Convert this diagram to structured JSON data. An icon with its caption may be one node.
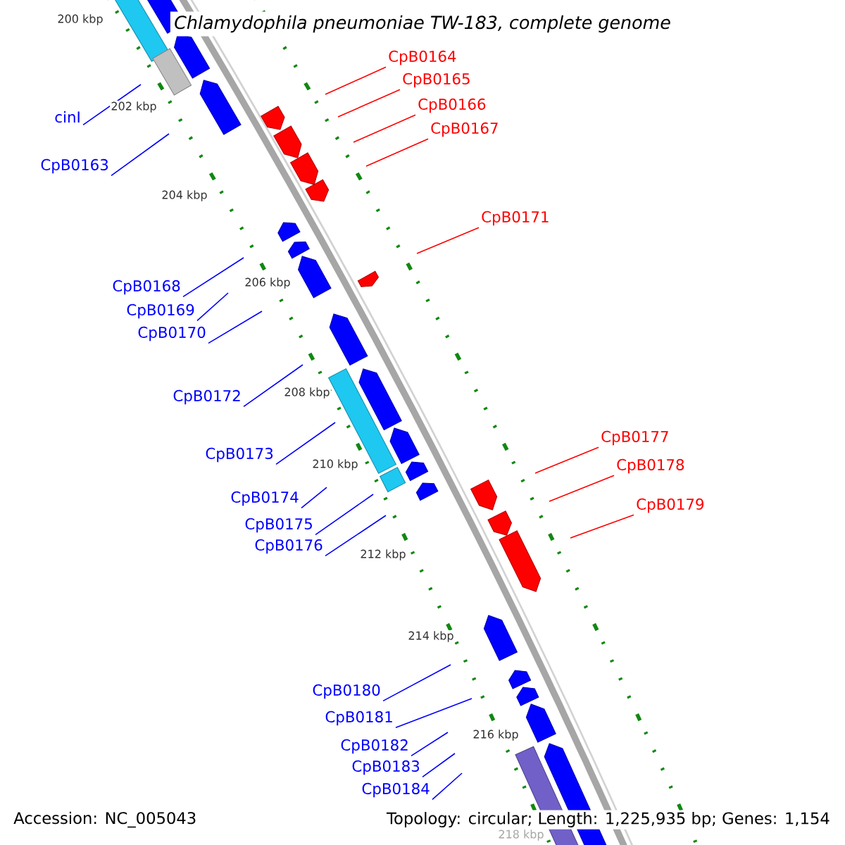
{
  "diagram": {
    "title": "Chlamydophila pneumoniae TW-183, complete genome",
    "nodes": [
      {
        "text": [
          "cinI"
        ]
      },
      {
        "text": [
          "CpB0163"
        ]
      },
      {
        "text": [
          "CpB0164"
        ]
      },
      {
        "text": [
          "CpB0165"
        ]
      },
      {
        "text": [
          "CpB0166"
        ]
      },
      {
        "text": [
          "CpB0167"
        ]
      },
      {
        "text": [
          "CpB0168"
        ]
      },
      {
        "text": [
          "CpB0169"
        ]
      },
      {
        "text": [
          "CpB0170"
        ]
      },
      {
        "text": [
          "CpB0171"
        ]
      },
      {
        "text": [
          "CpB0172"
        ]
      },
      {
        "text": [
          "CpB0173"
        ]
      },
      {
        "text": [
          "CpB0174"
        ]
      },
      {
        "text": [
          "CpB0175"
        ]
      },
      {
        "text": [
          "CpB0176"
        ]
      },
      {
        "text": [
          "CpB0177"
        ]
      },
      {
        "text": [
          "CpB0178"
        ]
      },
      {
        "text": [
          "CpB0179"
        ]
      },
      {
        "text": [
          "CpB0180"
        ]
      },
      {
        "text": [
          "CpB0181"
        ]
      },
      {
        "text": [
          "CpB0182"
        ]
      },
      {
        "text": [
          "CpB0183"
        ]
      },
      {
        "text": [
          "CpB0184"
        ]
      }
    ],
    "edges": [
      {
        "from": 0,
        "to": null,
        "arrow": "none"
      },
      {
        "from": 1,
        "to": null,
        "arrow": "none"
      },
      {
        "from": 2,
        "to": null,
        "arrow": "none",
        "color": "#ff0000"
      },
      {
        "from": 3,
        "to": null,
        "arrow": "none",
        "color": "#ff0000"
      },
      {
        "from": 4,
        "to": null,
        "arrow": "none",
        "color": "#ff0000"
      },
      {
        "from": 5,
        "to": null,
        "arrow": "none",
        "color": "#ff0000"
      },
      {
        "from": 6,
        "to": null,
        "arrow": "none"
      },
      {
        "from": 7,
        "to": null,
        "arrow": "none"
      },
      {
        "from": 8,
        "to": null,
        "arrow": "none"
      },
      {
        "from": 9,
        "to": null,
        "arrow": "none",
        "color": "#ff0000"
      },
      {
        "from": 10,
        "to": null,
        "arrow": "none"
      },
      {
        "from": 11,
        "to": null,
        "arrow": "none"
      },
      {
        "from": 12,
        "to": null,
        "arrow": "none"
      },
      {
        "from": 13,
        "to": null,
        "arrow": "none"
      },
      {
        "from": 14,
        "to": null,
        "arrow": "none"
      },
      {
        "from": 15,
        "to": null,
        "arrow": "none",
        "color": "#ff0000"
      },
      {
        "from": 16,
        "to": null,
        "arrow": "none",
        "color": "#ff0000"
      },
      {
        "from": 17,
        "to": null,
        "arrow": "none",
        "color": "#ff0000"
      },
      {
        "from": 18,
        "to": null,
        "arrow": "none"
      },
      {
        "from": 19,
        "to": null,
        "arrow": "none"
      },
      {
        "from": 20,
        "to": null,
        "arrow": "none"
      },
      {
        "from": 21,
        "to": null,
        "arrow": "none"
      },
      {
        "from": 22,
        "to": null,
        "arrow": "none"
      }
    ],
    "labels": [
      "200 kbp",
      "202 kbp",
      "204 kbp",
      "206 kbp",
      "208 kbp",
      "210 kbp",
      "212 kbp",
      "214 kbp",
      "216 kbp",
      "218 kbp",
      "Accession: NC_005043",
      "Topology: circular; Length: 1,225,935 bp; Genes: 1,154"
    ]
  }
}
